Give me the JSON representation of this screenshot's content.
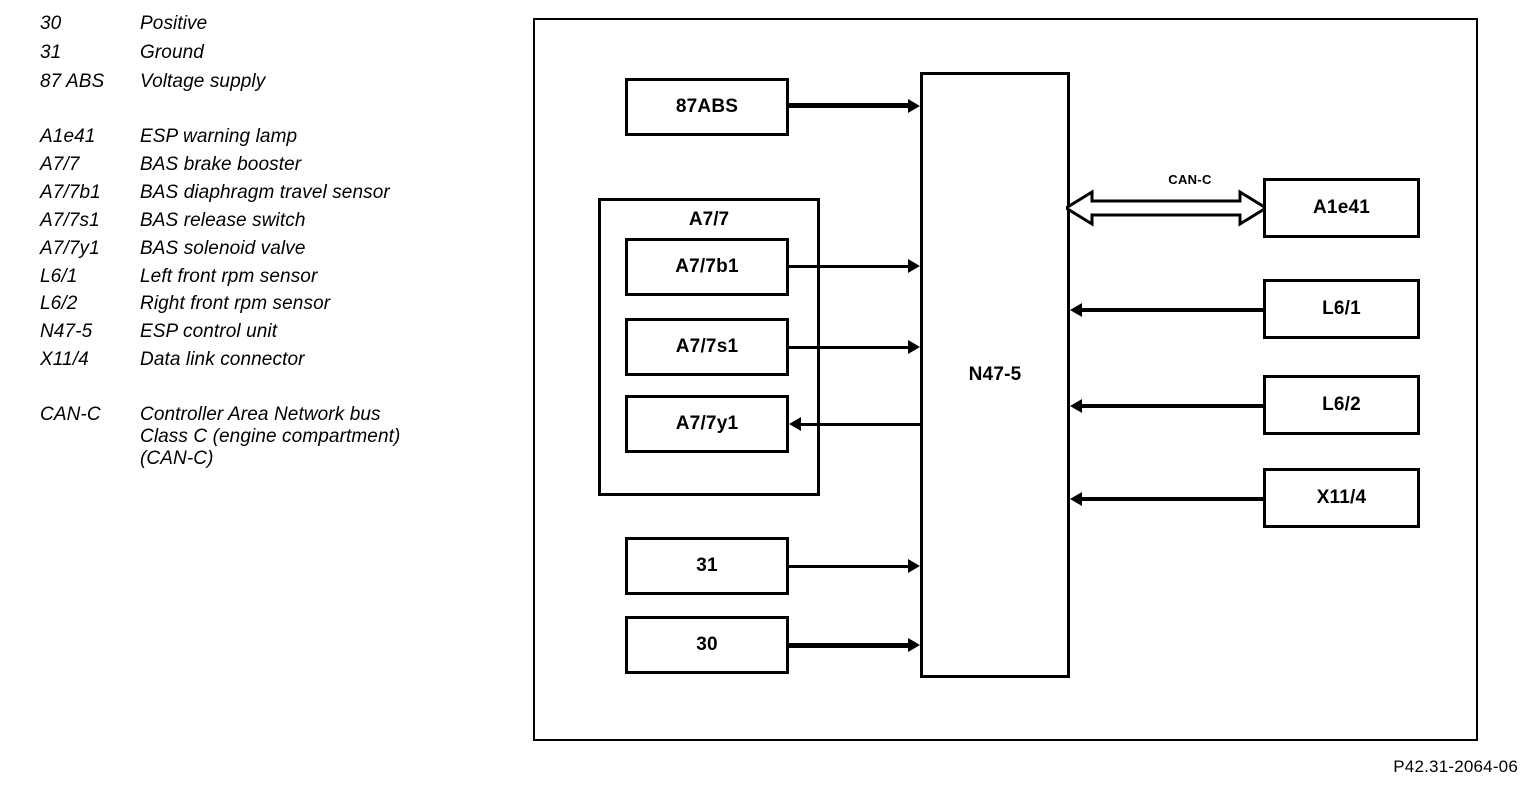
{
  "legend": {
    "terminals": [
      {
        "key": "30",
        "value": "Positive"
      },
      {
        "key": "31",
        "value": "Ground"
      },
      {
        "key": "87 ABS",
        "value": "Voltage supply"
      }
    ],
    "components": [
      {
        "key": "A1e41",
        "value": "ESP warning lamp"
      },
      {
        "key": "A7/7",
        "value": "BAS brake booster"
      },
      {
        "key": "A7/7b1",
        "value": "BAS diaphragm travel sensor"
      },
      {
        "key": "A7/7s1",
        "value": "BAS release switch"
      },
      {
        "key": "A7/7y1",
        "value": "BAS solenoid valve"
      },
      {
        "key": "L6/1",
        "value": "Left front rpm sensor"
      },
      {
        "key": "L6/2",
        "value": "Right front rpm sensor"
      },
      {
        "key": "N47-5",
        "value": "ESP control unit"
      },
      {
        "key": "X11/4",
        "value": "Data link connector"
      }
    ],
    "bus": {
      "key": "CAN-C",
      "line1": "Controller Area Network bus",
      "line2": "Class C (engine compartment)",
      "line3": "(CAN-C)"
    }
  },
  "diagram": {
    "control_unit": "N47-5",
    "supply_box": "87ABS",
    "group": {
      "label": "A7/7",
      "members": [
        "A7/7b1",
        "A7/7s1",
        "A7/7y1"
      ]
    },
    "power_boxes": [
      "31",
      "30"
    ],
    "right_boxes": [
      "A1e41",
      "L6/1",
      "L6/2",
      "X11/4"
    ],
    "bus_label": "CAN-C"
  },
  "caption": "P42.31-2064-06",
  "colors": {
    "ink": "#000000",
    "paper": "#ffffff"
  }
}
